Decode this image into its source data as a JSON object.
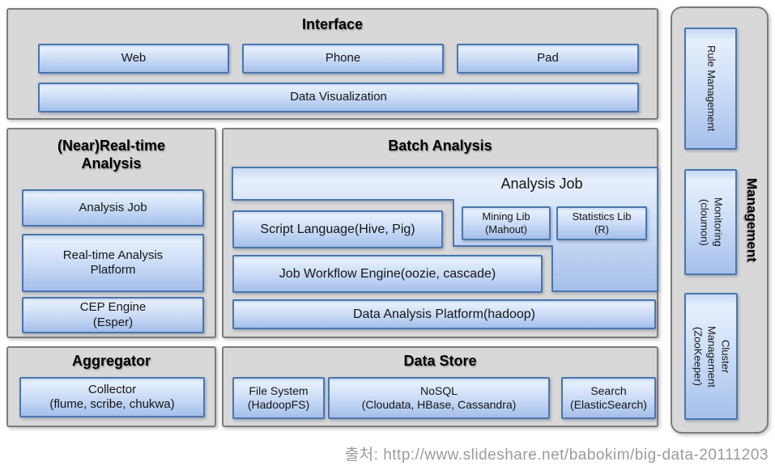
{
  "colors": {
    "panel_bg": "#d8d8d8",
    "panel_border": "#7c7c7c",
    "box_border": "#4a76ad",
    "box_gradient_top": "#c6d9f3",
    "box_gradient_bottom": "#a5bfe9",
    "footer_text": "#9b9b9b"
  },
  "interface": {
    "title": "Interface",
    "web": "Web",
    "phone": "Phone",
    "pad": "Pad",
    "dataviz": "Data Visualization"
  },
  "realtime": {
    "title": "(Near)Real-time\nAnalysis",
    "analysis_job": "Analysis Job",
    "platform": "Real-time Analysis\nPlatform",
    "cep": "CEP Engine\n(Esper)"
  },
  "batch": {
    "title": "Batch Analysis",
    "analysis_job": "Analysis Job",
    "mining": "Mining Lib\n(Mahout)",
    "statistics": "Statistics Lib\n(R)",
    "script": "Script Language(Hive, Pig)",
    "workflow": "Job Workflow Engine(oozie, cascade)",
    "platform": "Data Analysis Platform(hadoop)"
  },
  "aggregator": {
    "title": "Aggregator",
    "collector": "Collector\n(flume, scribe, chukwa)"
  },
  "datastore": {
    "title": "Data Store",
    "filesystem": "File System\n(HadoopFS)",
    "nosql": "NoSQL\n(Cloudata, HBase, Cassandra)",
    "search": "Search\n(ElasticSearch)"
  },
  "management": {
    "title": "Management",
    "rule": "Rule Management",
    "monitoring": "Monitoring\n(cloumon)",
    "cluster": "Cluster\nManagement\n(ZooKeeper)"
  },
  "footer": {
    "source": "출처: http://www.slideshare.net/babokim/big-data-20111203"
  }
}
